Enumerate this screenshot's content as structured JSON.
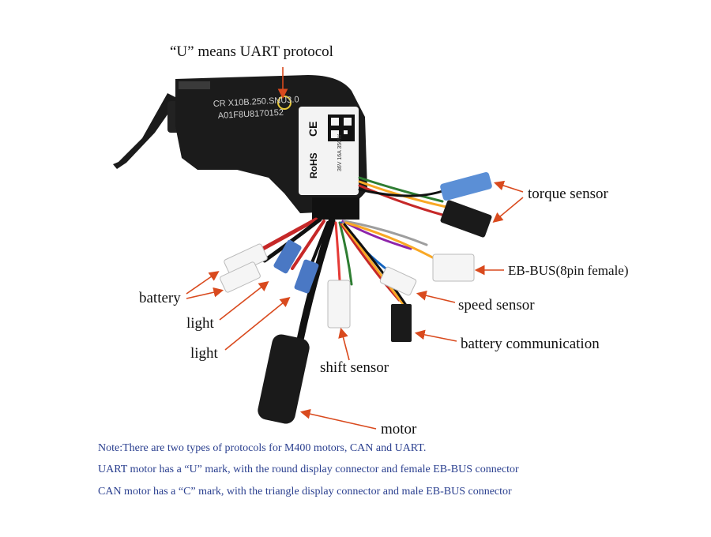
{
  "colors": {
    "arrow": "#d94a1e",
    "note_text": "#2a3f8f",
    "mark_circle": "#e8c93a",
    "housing": "#1b1b1b"
  },
  "annotations": {
    "uart_title": "“U” means UART protocol",
    "torque": "torque sensor",
    "ebbus": "EB-BUS(8pin female)",
    "battery": "battery",
    "speed": "speed sensor",
    "light1": "light",
    "light2": "light",
    "battcomm": "battery communication",
    "shift": "shift sensor",
    "motor": "motor"
  },
  "device": {
    "model_line": "CR X10B.250.SNU3.0",
    "serial_line": "A01F8U8170152",
    "ce_mark": "CE",
    "rohs_mark": "RoHS",
    "spec_text": "36V 16A 350W"
  },
  "notes": [
    "Note:There are two types of protocols for M400 motors, CAN and UART.",
    "UART motor has a “U” mark, with the round display connector and female EB-BUS connector",
    "CAN motor has a “C” mark, with the triangle display connector and male EB-BUS connector"
  ]
}
